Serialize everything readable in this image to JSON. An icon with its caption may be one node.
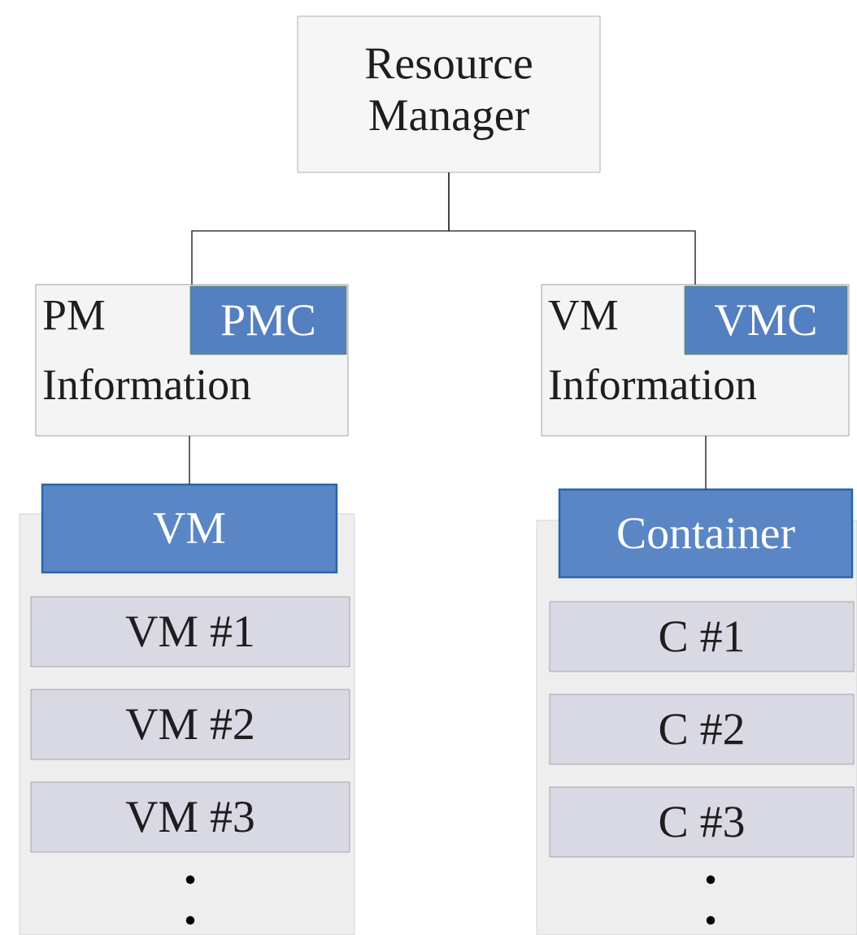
{
  "diagram": {
    "nodes": [
      {
        "text": [
          "Resource Manager"
        ]
      },
      {
        "text": [
          "PM Information"
        ]
      },
      {
        "text": [
          "PMC"
        ],
        "in": 1
      },
      {
        "text": [
          "VM Information"
        ]
      },
      {
        "text": [
          "VMC"
        ],
        "in": 3
      },
      {
        "text": [],
        "shape": "box"
      },
      {
        "text": [
          "VM"
        ]
      },
      {
        "text": [
          "VM #1"
        ],
        "in": 5
      },
      {
        "text": [
          "VM #2"
        ],
        "in": 5
      },
      {
        "text": [
          "VM #3"
        ],
        "in": 5
      },
      {
        "text": [],
        "shape": "box"
      },
      {
        "text": [
          "Container"
        ]
      },
      {
        "text": [
          "C #1"
        ],
        "in": 10
      },
      {
        "text": [
          "C #2"
        ],
        "in": 10
      },
      {
        "text": [
          "C #3"
        ],
        "in": 10
      }
    ],
    "edges": [
      {
        "from": 0,
        "to": 1,
        "arrow": "none"
      },
      {
        "from": 0,
        "to": 3,
        "arrow": "none"
      },
      {
        "from": 1,
        "to": 6,
        "arrow": "none"
      },
      {
        "from": 3,
        "to": 11,
        "arrow": "none"
      }
    ]
  }
}
